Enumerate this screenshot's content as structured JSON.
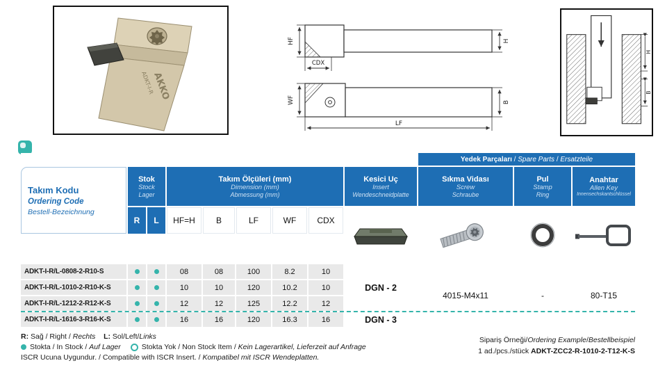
{
  "colors": {
    "blue": "#1e6eb4",
    "teal": "#35b4ab",
    "row_gray": "#e9e9e9"
  },
  "drawings": {
    "brand": "AKKO",
    "tool_marking": "ADKT-I-R",
    "dims": {
      "hf": "HF",
      "wf": "WF",
      "cdx": "CDX",
      "lf": "LF",
      "h": "H",
      "b": "B"
    }
  },
  "table": {
    "code_header": {
      "tr": "Takım Kodu",
      "en": "Ordering Code",
      "de": "Bestell-Bezeichnung"
    },
    "stock_header": {
      "tr": "Stok",
      "en": "Stock",
      "de": "Lager"
    },
    "dim_header": {
      "tr": "Takım Ölçüleri (mm)",
      "en": "Dimension (mm)",
      "de": "Abmessung (mm)"
    },
    "insert_header": {
      "tr": "Kesici Uç",
      "en": "Insert",
      "de": "Wendeschneidplatte"
    },
    "spare_header_segments": [
      {
        "t": "Yedek Parçaları",
        "b": 1
      },
      {
        "t": " / "
      },
      {
        "t": "Spare Parts",
        "i": 1
      },
      {
        "t": " / "
      },
      {
        "t": "Ersatzteile",
        "i": 1
      }
    ],
    "screw_header": {
      "tr": "Sıkma Vidası",
      "en": "Screw",
      "de": "Schraube"
    },
    "stamp_header": {
      "tr": "Pul",
      "en": "Stamp",
      "de": "Ring"
    },
    "key_header": {
      "tr": "Anahtar",
      "en": "Allen Key",
      "de": "Innensechskantschlüssel"
    },
    "subcolumns": {
      "r": "R",
      "l": "L",
      "hf": "HF=H",
      "b": "B",
      "lf": "LF",
      "wf": "WF",
      "cdx": "CDX"
    },
    "rows": [
      {
        "code": "ADKT-I-R/L-0808-2-R10-S",
        "r": true,
        "l": true,
        "hf": "08",
        "b": "08",
        "lf": "100",
        "wf": "8.2",
        "cdx": "10"
      },
      {
        "code": "ADKT-I-R/L-1010-2-R10-K-S",
        "r": true,
        "l": true,
        "hf": "10",
        "b": "10",
        "lf": "120",
        "wf": "10.2",
        "cdx": "10"
      },
      {
        "code": "ADKT-I-R/L-1212-2-R12-K-S",
        "r": true,
        "l": true,
        "hf": "12",
        "b": "12",
        "lf": "125",
        "wf": "12.2",
        "cdx": "12"
      },
      {
        "code": "ADKT-I-R/L-1616-3-R16-K-S",
        "r": true,
        "l": true,
        "hf": "16",
        "b": "16",
        "lf": "120",
        "wf": "16.3",
        "cdx": "16"
      }
    ],
    "insert_value_top": "DGN - 2",
    "insert_value_bottom": "DGN - 3",
    "screw_value": "4015-M4x11",
    "stamp_value": "-",
    "key_value": "80-T15"
  },
  "footnotes": {
    "rl_segments": [
      {
        "t": "R: ",
        "b": 1
      },
      {
        "t": "Sağ / Right / "
      },
      {
        "t": "Rechts",
        "i": 1
      },
      {
        "t": "    "
      },
      {
        "t": "L: ",
        "b": 1
      },
      {
        "t": "Sol/Left/"
      },
      {
        "t": "Links",
        "i": 1
      }
    ],
    "stock_in_segments": [
      {
        "t": "Stokta / In Stock / "
      },
      {
        "t": "Auf Lager",
        "i": 1
      }
    ],
    "stock_out_segments": [
      {
        "t": "Stokta Yok / Non Stock Item / "
      },
      {
        "t": "Kein Lagerartikel, Lieferzeit auf Anfrage",
        "i": 1
      }
    ],
    "iscr_segments": [
      {
        "t": "ISCR Ucuna Uygundur. / Compatible with ISCR Insert. / "
      },
      {
        "t": "Kompatibel mit ISCR Wendeplatten.",
        "i": 1
      }
    ]
  },
  "ordering_example": {
    "title_segments": [
      {
        "t": "Sipariş Örneği/"
      },
      {
        "t": "Ordering Example",
        "i": 1
      },
      {
        "t": "/"
      },
      {
        "t": "Bestellbeispiel",
        "i": 1
      }
    ],
    "line_segments": [
      {
        "t": "1 ad./pcs./stück "
      },
      {
        "t": "ADKT-ZCC2-R-1010-2-T12-K-S",
        "b": 1
      }
    ]
  }
}
